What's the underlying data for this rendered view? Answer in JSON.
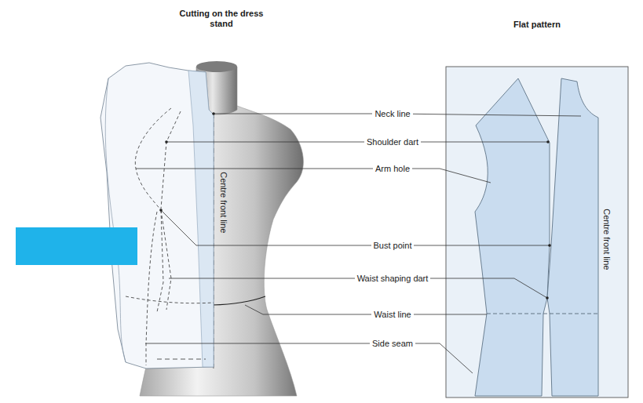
{
  "diagram": {
    "labels": [
      "Cutting on the dress stand",
      "Flat pattern",
      "Neck line",
      "Shoulder dart",
      "Arm hole",
      "Bust point",
      "Waist shaping dart",
      "Waist line",
      "Side seam",
      "Centre front line",
      "Centre front line"
    ]
  }
}
